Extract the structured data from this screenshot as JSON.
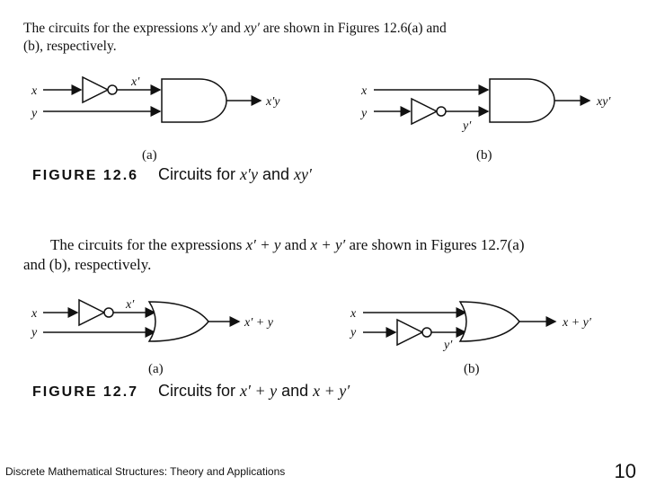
{
  "section1": {
    "text_a": "The circuits for the expressions ",
    "expr_a": "x′y",
    "text_b": " and ",
    "expr_b": "xy′",
    "text_c": " are shown in Figures 12.6(a) and",
    "line2": "(b), respectively.",
    "circuit_a": {
      "in_x": "x",
      "in_y": "y",
      "inv_out": "x′",
      "out": "x′y",
      "caption": "(a)"
    },
    "circuit_b": {
      "in_x": "x",
      "in_y": "y",
      "inv_out": "y′",
      "out": "xy′",
      "caption": "(b)"
    },
    "figure_label": "FIGURE 12.6",
    "figure_title_a": "Circuits for ",
    "figure_title_b": "x′y",
    "figure_title_c": " and ",
    "figure_title_d": "xy′"
  },
  "section2": {
    "text_a": "The circuits for the expressions ",
    "expr_a": "x′ + y",
    "text_b": " and ",
    "expr_b": "x + y′",
    "text_c": " are shown in Figures 12.7(a)",
    "line2": "and (b), respectively.",
    "circuit_a": {
      "in_x": "x",
      "in_y": "y",
      "inv_out": "x′",
      "out": "x′ + y",
      "caption": "(a)"
    },
    "circuit_b": {
      "in_x": "x",
      "in_y": "y",
      "inv_out": "y′",
      "out": "x + y′",
      "caption": "(b)"
    },
    "figure_label": "FIGURE 12.7",
    "figure_title_a": "Circuits for ",
    "figure_title_b": "x′ + y",
    "figure_title_c": " and ",
    "figure_title_d": "x + y′"
  },
  "footer": {
    "book_title": "Discrete Mathematical Structures: Theory and Applications",
    "page_number": "10"
  }
}
